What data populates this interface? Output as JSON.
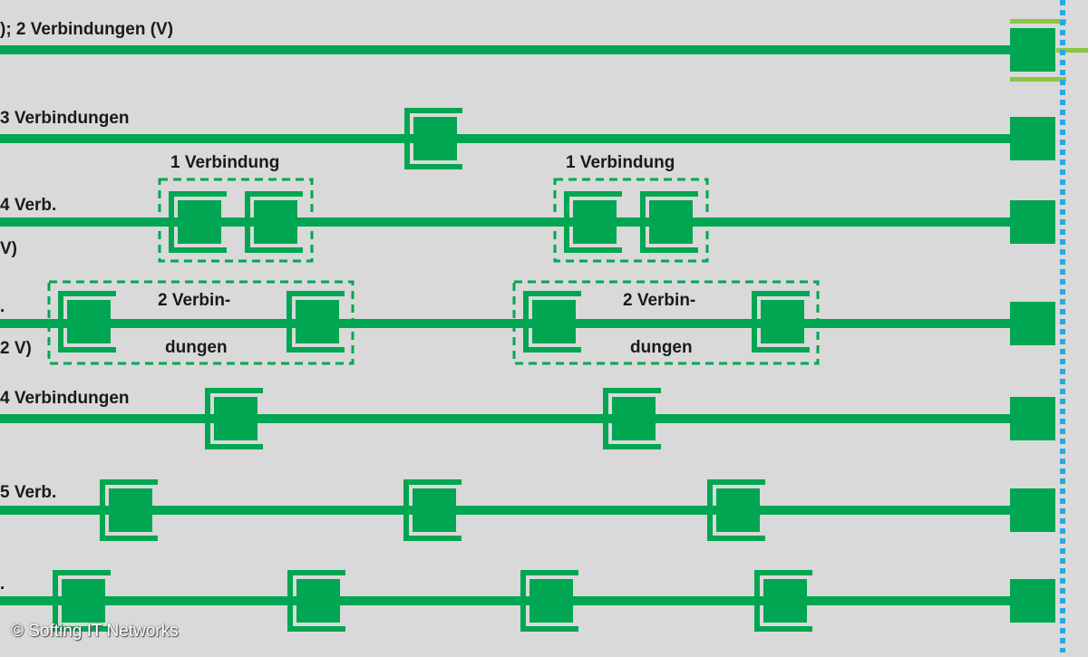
{
  "colors": {
    "background": "#d9d9d9",
    "green": "#00a651",
    "light_green": "#8dc63f",
    "blue_dots": "#29a8e0",
    "text": "#1a1a1a"
  },
  "rows": [
    {
      "label": "); 2 Verbindungen (V)",
      "nodes": [],
      "groups": [],
      "end": "highlighted"
    },
    {
      "label": "3 Verbindungen",
      "nodes": [
        "framed"
      ],
      "groups": [],
      "end": "plain"
    },
    {
      "label": "4 Verb.",
      "sublabel": "V)",
      "nodes": [],
      "end": "plain",
      "groups": [
        {
          "label": "1 Verbindung",
          "kind": "pair"
        },
        {
          "label": "1 Verbindung",
          "kind": "pair"
        }
      ]
    },
    {
      "label": ".",
      "sublabel": "2 V)",
      "nodes": [],
      "end": "plain",
      "groups": [
        {
          "label": "2 Verbin-",
          "label2": "dungen",
          "kind": "split"
        },
        {
          "label": "2 Verbin-",
          "label2": "dungen",
          "kind": "split"
        }
      ]
    },
    {
      "label": "4 Verbindungen",
      "nodes": [
        "framed",
        "framed"
      ],
      "groups": [],
      "end": "plain"
    },
    {
      "label": "5 Verb.",
      "nodes": [
        "framed",
        "framed",
        "framed"
      ],
      "groups": [],
      "end": "plain"
    },
    {
      "label": ".",
      "nodes": [
        "framed",
        "framed",
        "framed",
        "framed"
      ],
      "groups": [],
      "end": "plain"
    }
  ],
  "watermark": "© Softing IT Networks"
}
